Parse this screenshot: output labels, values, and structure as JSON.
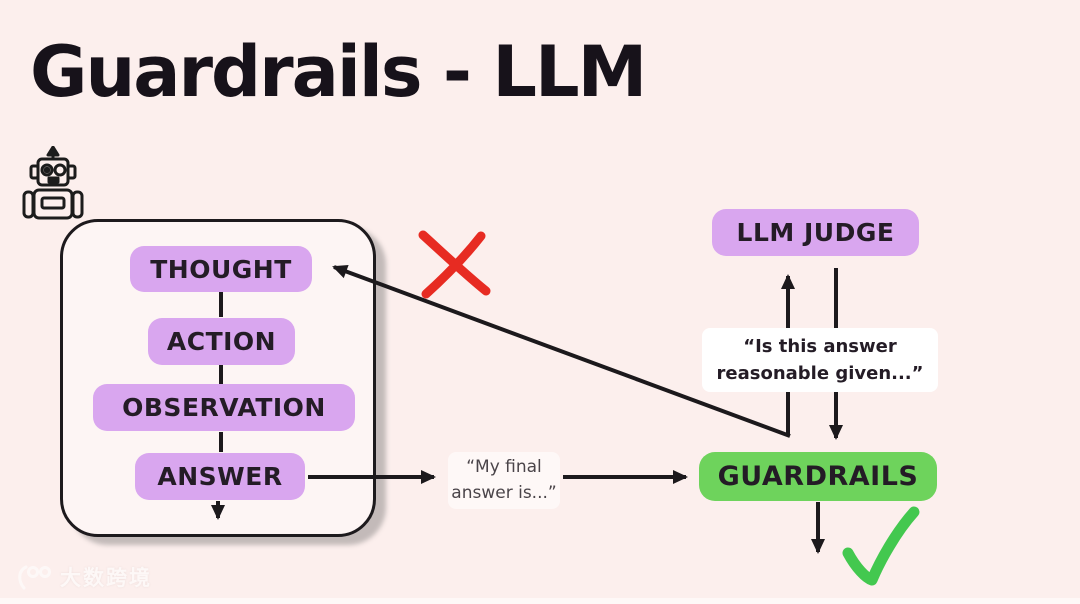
{
  "title": "Guardrails - LLM",
  "flow": {
    "thought": "THOUGHT",
    "action": "ACTION",
    "observation": "OBSERVATION",
    "answer": "ANSWER"
  },
  "judge": {
    "label": "LLM JUDGE",
    "question_line1": "“Is this answer",
    "question_line2": "reasonable given...”"
  },
  "guardrails": {
    "label": "GUARDRAILS"
  },
  "answer_note": {
    "line1": "“My final",
    "line2": "answer is...”"
  },
  "icons": {
    "robot": "robot-icon",
    "cross": "red-cross-icon",
    "check": "green-check-icon"
  },
  "watermark": {
    "logo": "100",
    "text": "大数跨境"
  },
  "colors": {
    "background": "#FCEFED",
    "panel_fill": "#FDF5F4",
    "node_purple": "#D9A6EF",
    "node_green": "#6ED35C",
    "arrow_black": "#1C191C",
    "cross_red": "#E72B22",
    "check_green": "#43C84F",
    "label_bg": "#FFFFFF",
    "text_dark": "#241C26"
  }
}
